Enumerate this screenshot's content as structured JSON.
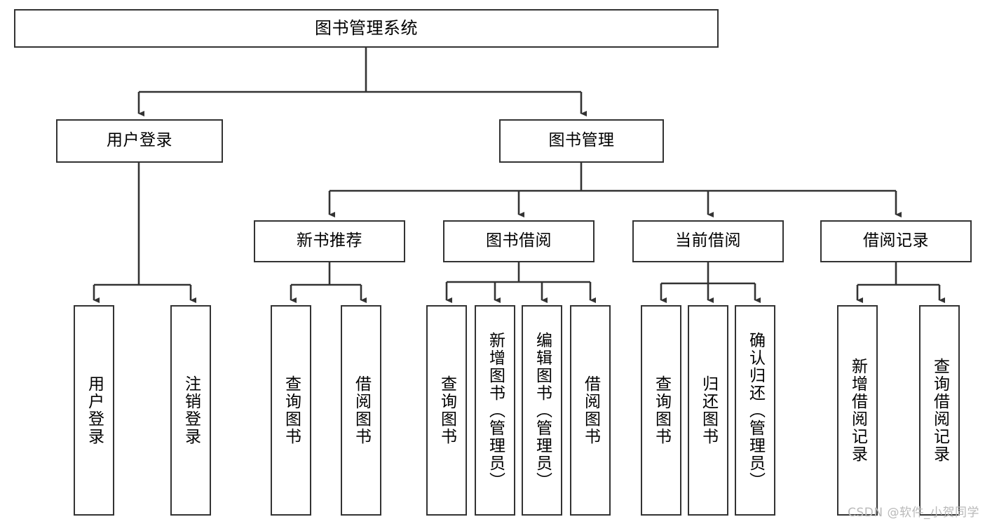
{
  "diagram": {
    "type": "tree-hierarchy",
    "title": "图书管理系统",
    "watermark": "CSDN @软件_小贺同学",
    "colors": {
      "box_border": "#333333",
      "box_fill": "#ffffff",
      "edge": "#333333",
      "text": "#000000",
      "watermark": "#b9b9b9",
      "background": "#ffffff"
    },
    "nodes": {
      "root": {
        "label": "图书管理系统"
      },
      "level1": [
        {
          "id": "user-login",
          "label": "用户登录"
        },
        {
          "id": "book-management",
          "label": "图书管理"
        }
      ],
      "level2": [
        {
          "id": "new-book-recommend",
          "label": "新书推荐"
        },
        {
          "id": "book-borrow",
          "label": "图书借阅"
        },
        {
          "id": "current-borrow",
          "label": "当前借阅"
        },
        {
          "id": "borrow-record",
          "label": "借阅记录"
        }
      ],
      "leaves": {
        "user_login": [
          {
            "id": "leaf-user-login",
            "label": "用户登录"
          },
          {
            "id": "leaf-logout",
            "label": "注销登录"
          }
        ],
        "new_book_recommend": [
          {
            "id": "leaf-query-book-1",
            "label": "查询图书"
          },
          {
            "id": "leaf-borrow-book-1",
            "label": "借阅图书"
          }
        ],
        "book_borrow": [
          {
            "id": "leaf-query-book-2",
            "label": "查询图书"
          },
          {
            "id": "leaf-add-book",
            "label": "新增图书（管理员）"
          },
          {
            "id": "leaf-edit-book",
            "label": "编辑图书（管理员）"
          },
          {
            "id": "leaf-borrow-book-2",
            "label": "借阅图书"
          }
        ],
        "current_borrow": [
          {
            "id": "leaf-query-book-3",
            "label": "查询图书"
          },
          {
            "id": "leaf-return-book",
            "label": "归还图书"
          },
          {
            "id": "leaf-confirm-return",
            "label": "确认归还（管理员）"
          }
        ],
        "borrow_record": [
          {
            "id": "leaf-add-record",
            "label": "新增借阅记录"
          },
          {
            "id": "leaf-query-record",
            "label": "查询借阅记录"
          }
        ]
      }
    },
    "edges": [
      {
        "from": "图书管理系统",
        "to": "用户登录"
      },
      {
        "from": "图书管理系统",
        "to": "图书管理"
      },
      {
        "from": "用户登录",
        "to": "用户登录"
      },
      {
        "from": "用户登录",
        "to": "注销登录"
      },
      {
        "from": "图书管理",
        "to": "新书推荐"
      },
      {
        "from": "图书管理",
        "to": "图书借阅"
      },
      {
        "from": "图书管理",
        "to": "当前借阅"
      },
      {
        "from": "图书管理",
        "to": "借阅记录"
      },
      {
        "from": "新书推荐",
        "to": "查询图书"
      },
      {
        "from": "新书推荐",
        "to": "借阅图书"
      },
      {
        "from": "图书借阅",
        "to": "查询图书"
      },
      {
        "from": "图书借阅",
        "to": "新增图书（管理员）"
      },
      {
        "from": "图书借阅",
        "to": "编辑图书（管理员）"
      },
      {
        "from": "图书借阅",
        "to": "借阅图书"
      },
      {
        "from": "当前借阅",
        "to": "查询图书"
      },
      {
        "from": "当前借阅",
        "to": "归还图书"
      },
      {
        "from": "当前借阅",
        "to": "确认归还（管理员）"
      },
      {
        "from": "借阅记录",
        "to": "新增借阅记录"
      },
      {
        "from": "借阅记录",
        "to": "查询借阅记录"
      }
    ]
  }
}
